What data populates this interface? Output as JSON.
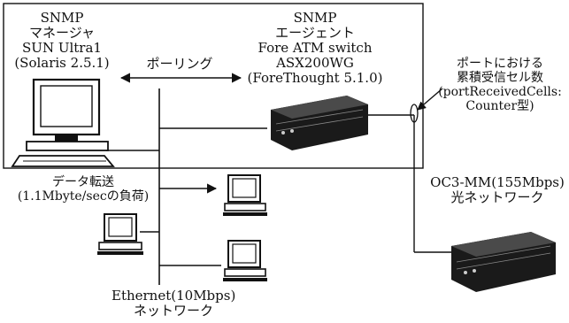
{
  "manager": {
    "title": "SNMP",
    "role": "マネージャ",
    "machine": "SUN Ultra1",
    "os": "(Solaris 2.5.1)"
  },
  "polling": {
    "label": "ポーリング"
  },
  "agent": {
    "title": "SNMP",
    "role": "エージェント",
    "device": "Fore ATM switch",
    "model": "ASX200WG",
    "firmware": "(ForeThought 5.1.0)"
  },
  "port_counter": {
    "line1": "ポートにおける",
    "line2": "累積受信セル数",
    "line3": "(portReceivedCells:",
    "line4": "Counter型)"
  },
  "data_transfer": {
    "line1": "データ転送",
    "line2": "(1.1Mbyte/secの負荷)"
  },
  "optical": {
    "line1": "OC3-MM(155Mbps)",
    "line2": "光ネットワーク"
  },
  "ethernet": {
    "line1": "Ethernet(10Mbps)",
    "line2": "ネットワーク"
  },
  "colors": {
    "ink": "#111111",
    "background": "#ffffff",
    "device_body": "#1a1a1a",
    "device_face": "#3a3a3a"
  }
}
